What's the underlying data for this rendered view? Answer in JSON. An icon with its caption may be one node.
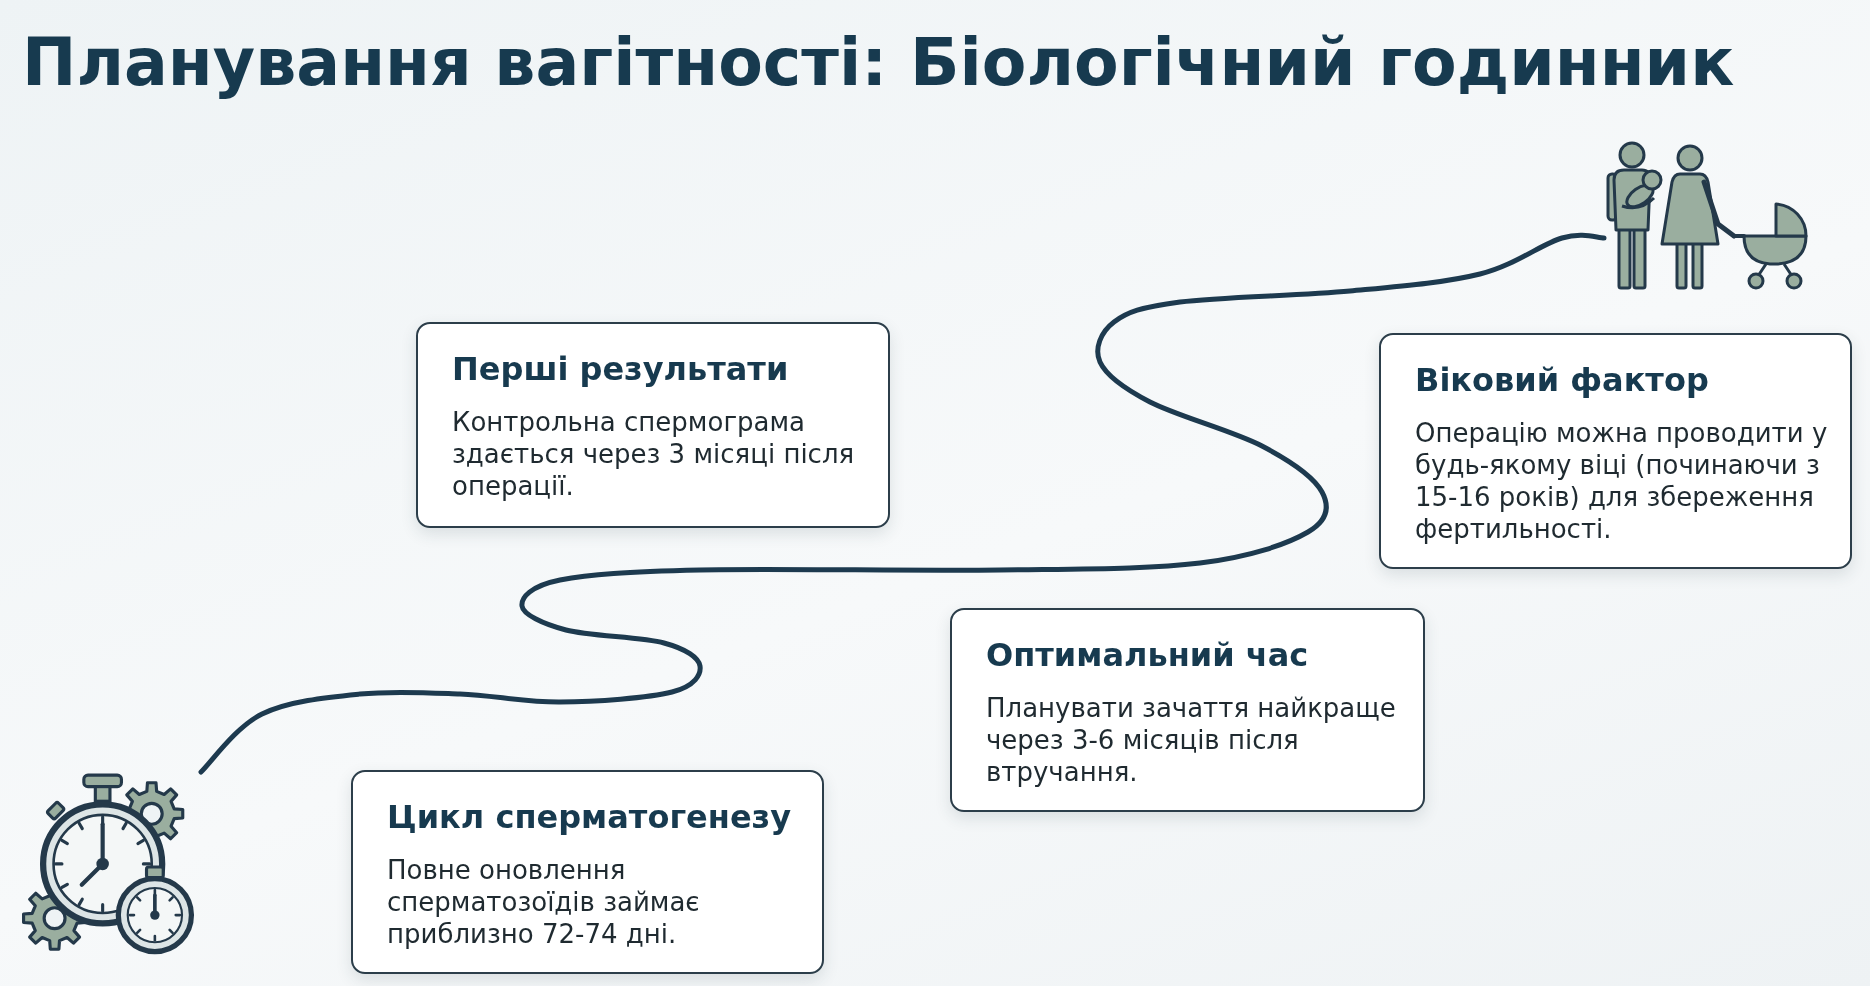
{
  "diagram": {
    "title": "Планування вагітності: Біологічний годинник",
    "nodes": [
      {
        "text": [],
        "shape": "picture"
      },
      {
        "text": [
          "Цикл сперматогенезу",
          "Повне оновлення сперматозоїдів займає приблизно 72-74 дні."
        ]
      },
      {
        "text": [
          "Перші результати",
          "Контрольна спермограма здається через 3 місяці після операції."
        ]
      },
      {
        "text": [
          "Оптимальний час",
          "Планувати зачаття найкраще через 3-6 місяців після втручання."
        ]
      },
      {
        "text": [
          "Віковий фактор",
          "Операцію можна проводити у будь-якому віці (починаючи з 15-16 років) для збереження фертильності."
        ]
      },
      {
        "text": [],
        "shape": "picture"
      }
    ],
    "edges": [
      {
        "from": 0,
        "to": 5,
        "arrow": "none"
      }
    ]
  }
}
